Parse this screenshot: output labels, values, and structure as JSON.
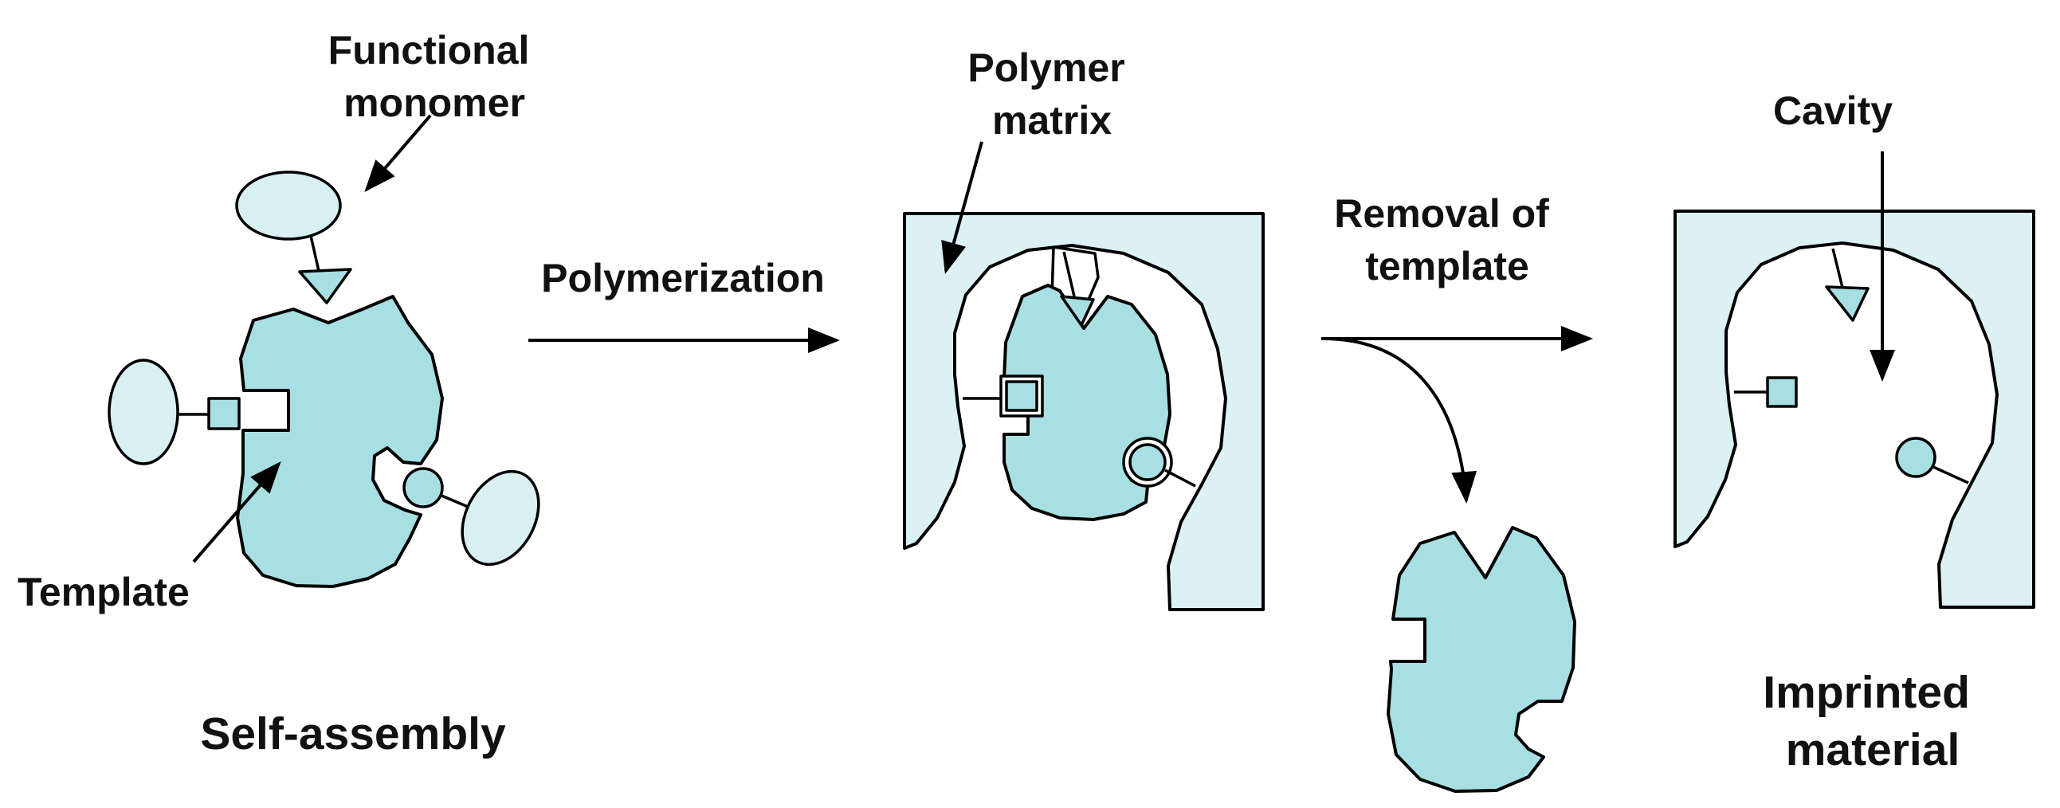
{
  "labels": {
    "functional_monomer": [
      "Functional",
      "monomer"
    ],
    "template": "Template",
    "self_assembly": "Self-assembly",
    "polymerization": "Polymerization",
    "polymer_matrix": [
      "Polymer",
      "matrix"
    ],
    "removal_of_template": [
      "Removal of",
      "template"
    ],
    "cavity": "Cavity",
    "imprinted_material": [
      "Imprinted",
      "material"
    ]
  },
  "colors": {
    "template_fill": "#a8dfe3",
    "monomer_fill": "#d9f0f3",
    "matrix_fill": "#dcf1f4",
    "outline": "#000000",
    "background": "#ffffff"
  }
}
